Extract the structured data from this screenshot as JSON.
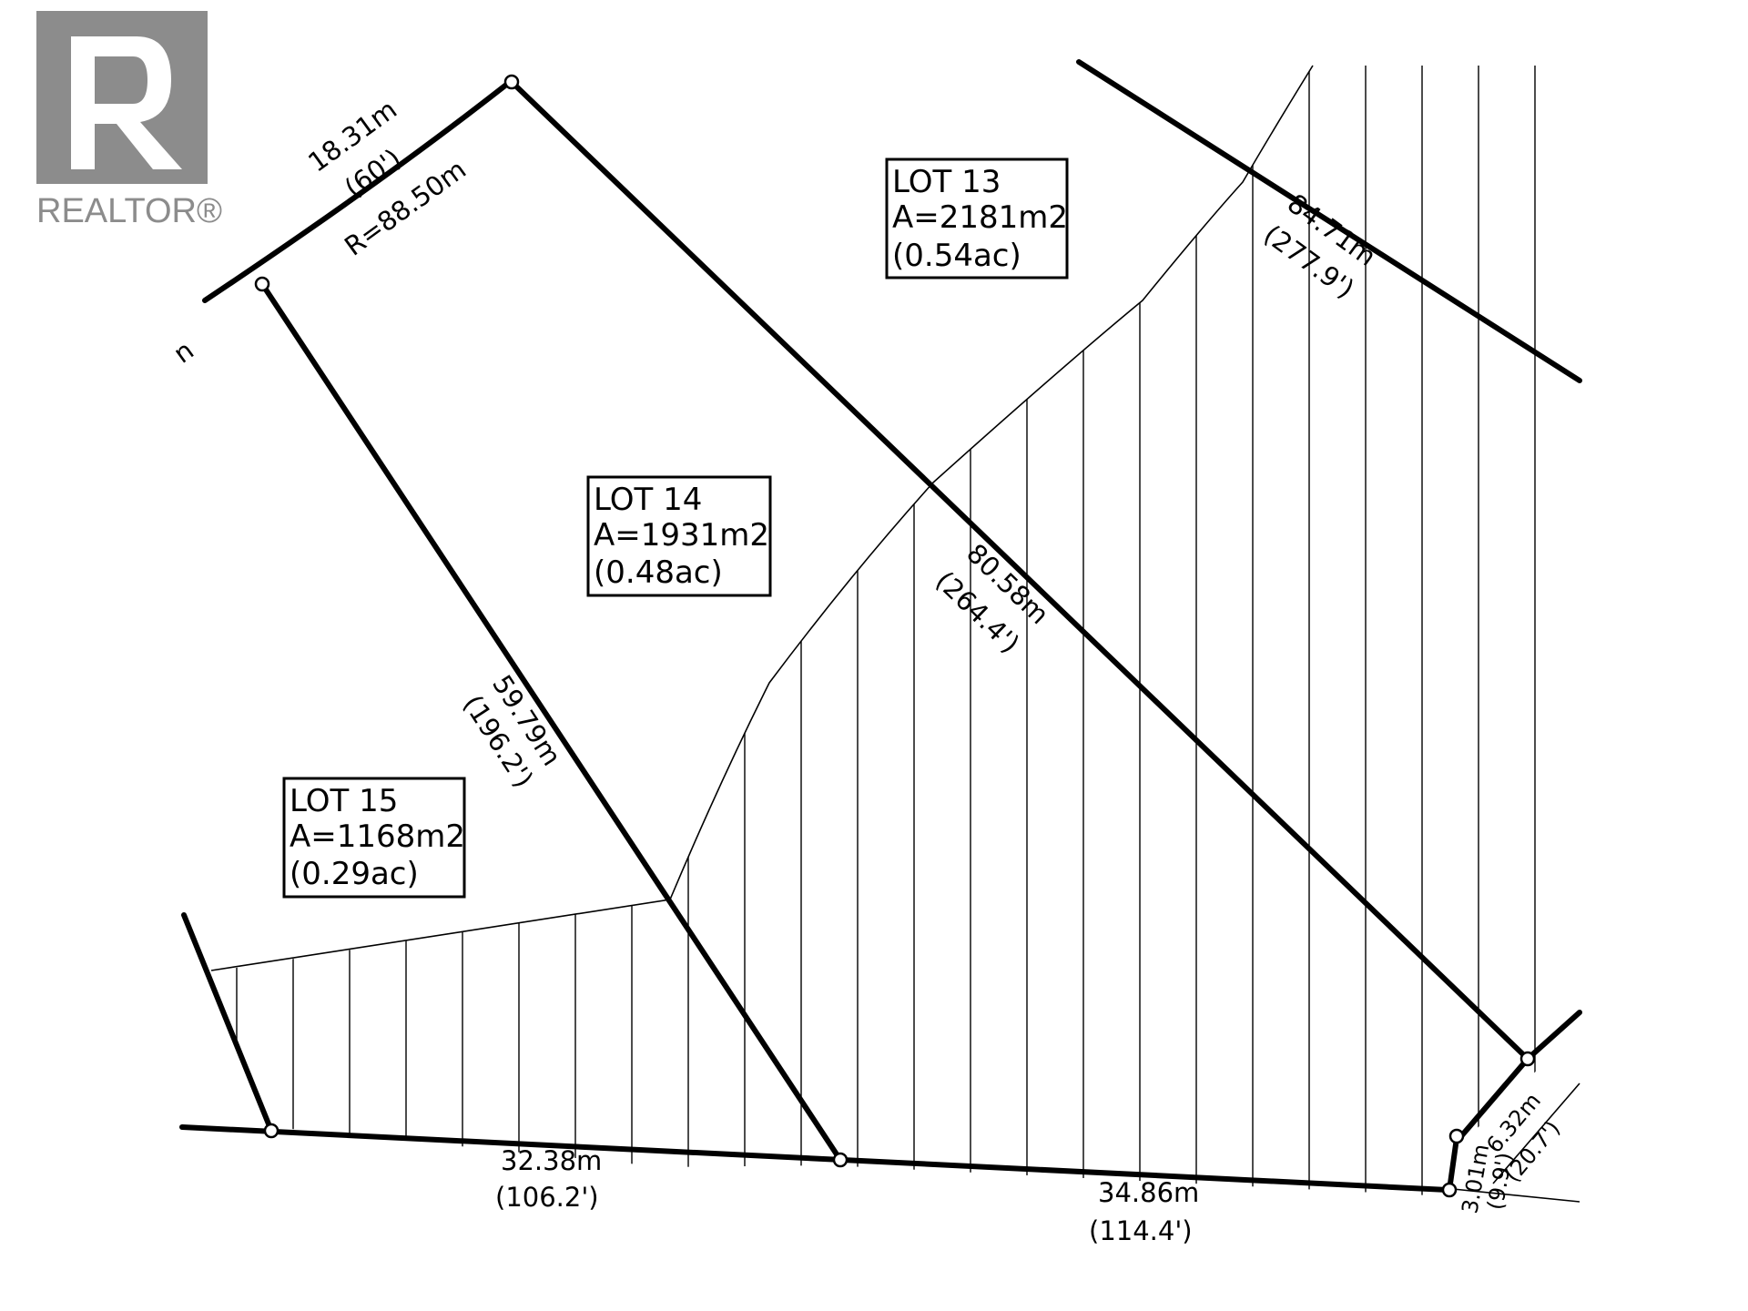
{
  "logo": {
    "name": "REALTOR®"
  },
  "lots": [
    {
      "id": "lot-13",
      "title": "LOT 13",
      "area": "A=2181m2",
      "acres": "(0.54ac)"
    },
    {
      "id": "lot-14",
      "title": "LOT 14",
      "area": "A=1931m2",
      "acres": "(0.48ac)"
    },
    {
      "id": "lot-15",
      "title": "LOT 15",
      "area": "A=1168m2",
      "acres": "(0.29ac)"
    }
  ],
  "dimensions": {
    "arc_length": "18.31m",
    "arc_feet": "(60')",
    "arc_radius": "R=88.50m",
    "lot13_side_m": "84.71m",
    "lot13_side_ft": "(277.9')",
    "lot14_east_m": "80.58m",
    "lot14_east_ft": "(264.4')",
    "lot14_west_m": "59.79m",
    "lot14_west_ft": "(196.2')",
    "south_a_m": "32.38m",
    "south_a_ft": "(106.2')",
    "south_b_m": "34.86m",
    "south_b_ft": "(114.4')",
    "corner_a": "3.01m",
    "corner_a_ft": "(9.9')",
    "corner_b": "6.32m",
    "corner_b_ft": "(20.7')",
    "partial_label": "n"
  }
}
